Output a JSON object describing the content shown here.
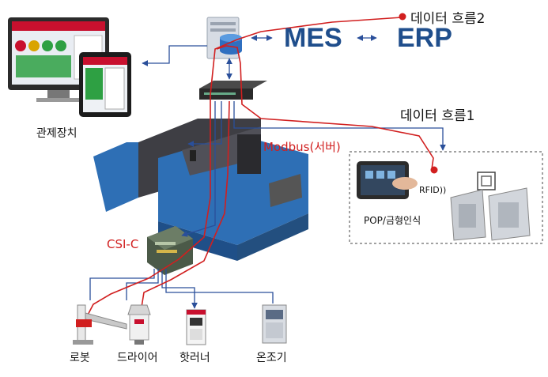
{
  "nodes": {
    "mes": "MES",
    "erp": "ERP",
    "control": "관제장치",
    "flow1": "데이터 흐름1",
    "flow2": "데이터 흐름2",
    "modbus": "Modbus(서버)",
    "csi": "CSI-C",
    "rfid": "RFID",
    "pop": "POP/금형인식",
    "devices": [
      "로봇",
      "드라이어",
      "핫러너",
      "온조기"
    ]
  },
  "colors": {
    "mes_text": "#1f4e8c",
    "red_line": "#d11f1f",
    "blue_line": "#2a4f9a",
    "machine_blue": "#2e6fb5"
  },
  "icons": [
    "server-icon",
    "database-icon",
    "switch-icon",
    "monitor-icon",
    "tablet-icon",
    "injection-machine-icon",
    "csi-module-icon",
    "robot-icon",
    "dryer-icon",
    "hot-runner-icon",
    "temperature-controller-icon",
    "rfid-tag-icon",
    "mold-icon",
    "touch-panel-icon"
  ]
}
